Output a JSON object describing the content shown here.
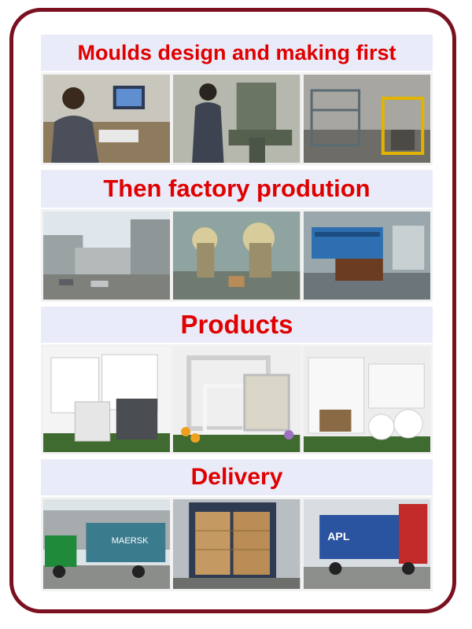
{
  "sections": [
    {
      "heading": "Moulds design and making first",
      "photos": [
        {
          "icon": "engineer-at-computer-photo"
        },
        {
          "icon": "milling-machine-photo"
        },
        {
          "icon": "mould-storage-photo"
        }
      ]
    },
    {
      "heading": "Then factory prodution",
      "photos": [
        {
          "icon": "factory-exterior-photo"
        },
        {
          "icon": "press-machines-photo"
        },
        {
          "icon": "bending-machine-photo"
        }
      ]
    },
    {
      "heading": "Products",
      "photos": [
        {
          "icon": "access-panels-photo"
        },
        {
          "icon": "framed-panels-photo"
        },
        {
          "icon": "air-grilles-photo"
        }
      ]
    },
    {
      "heading": "Delivery",
      "photos": [
        {
          "icon": "container-truck-photo",
          "text": "MAERSK"
        },
        {
          "icon": "loaded-container-photo"
        },
        {
          "icon": "apl-truck-photo",
          "text": "APL"
        }
      ]
    }
  ],
  "colors": {
    "frame": "#7a1020",
    "heading": "#e00000",
    "band": "#e9ebf8"
  }
}
